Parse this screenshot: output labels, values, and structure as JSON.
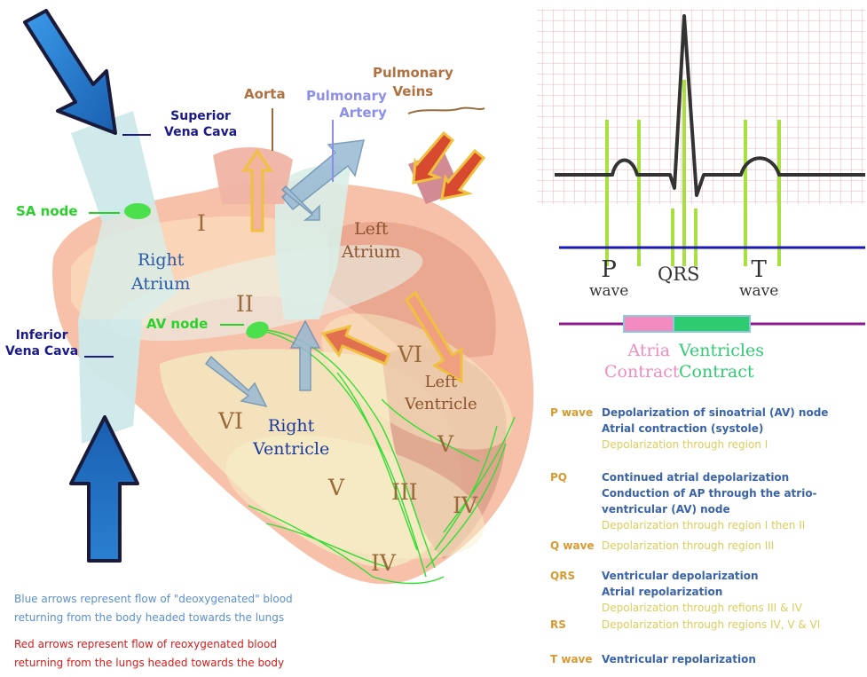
{
  "heart": {
    "labels": {
      "superior_vena_cava": [
        "Superior",
        "Vena Cava"
      ],
      "inferior_vena_cava": [
        "Inferior",
        "Vena Cava"
      ],
      "sa_node": "SA node",
      "av_node": "AV node",
      "aorta": "Aorta",
      "pulmonary_artery": [
        "Pulmonary",
        "Artery"
      ],
      "pulmonary_veins": [
        "Pulmonary",
        "Veins"
      ],
      "right_atrium": [
        "Right",
        "Atrium"
      ],
      "left_atrium": [
        "Left",
        "Atrium"
      ],
      "right_ventricle": [
        "Right",
        "Ventricle"
      ],
      "left_ventricle": [
        "Left",
        "Ventricle"
      ]
    },
    "regions": [
      "I",
      "II",
      "III",
      "IV",
      "V",
      "VI",
      "V",
      "VI",
      "IV"
    ],
    "colors": {
      "blue_arrow": "#2a7fd0",
      "red_arrow": "#d02020",
      "node": "#4de04d",
      "conduction": "#33dd33"
    }
  },
  "ecg": {
    "labels": {
      "p": [
        "P",
        "wave"
      ],
      "qrs": "QRS",
      "t": [
        "T",
        "wave"
      ]
    },
    "timeline": {
      "atria": [
        "Atria",
        "Contract"
      ],
      "ventricles": [
        "Ventricles",
        "Contract"
      ]
    },
    "colors": {
      "grid": "#e8a0a0",
      "trace": "#333333",
      "markers": "#a8e040",
      "atria_bar": "#f28cc0",
      "ventricles_bar": "#2ecc71"
    }
  },
  "legend": {
    "blue_note": [
      "Blue arrows represent flow of \"deoxygenated\" blood",
      "returning from the body headed towards the lungs"
    ],
    "red_note": [
      "Red arrows represent flow of reoxygenated blood",
      "returning from the lungs headed towards the body"
    ]
  },
  "phases": [
    {
      "key": "P wave",
      "blue": [
        "Depolarization of sinoatrial (AV) node",
        "Atrial contraction (systole)"
      ],
      "yellow": [
        "Depolarization through region I"
      ]
    },
    {
      "key": "PQ",
      "blue": [
        "Continued atrial depolarization",
        "Conduction of AP through the atrio-",
        "ventricular (AV) node"
      ],
      "yellow": [
        "Depolarization through region I then II"
      ]
    },
    {
      "key": "Q wave",
      "blue": [],
      "yellow": [
        "Depolarization through region III"
      ]
    },
    {
      "key": "QRS",
      "blue": [
        "Ventricular depolarization",
        "Atrial repolarization"
      ],
      "yellow": [
        "Depolarization through refions III & IV"
      ]
    },
    {
      "key": "RS",
      "blue": [],
      "yellow": [
        "Depolarization through regions IV, V & VI"
      ]
    },
    {
      "key": "T wave",
      "blue": [
        "Ventricular repolarization"
      ],
      "yellow": []
    }
  ]
}
